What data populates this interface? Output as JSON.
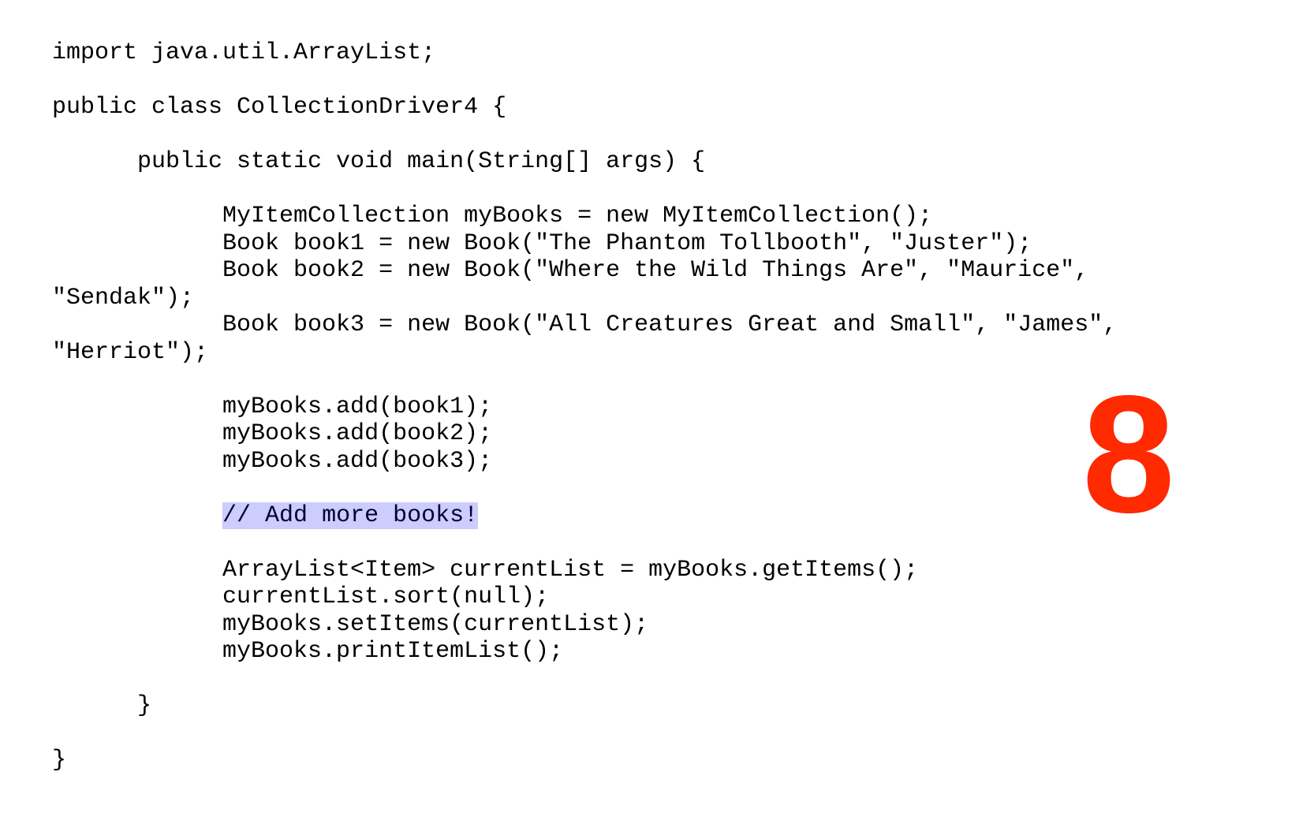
{
  "document": {
    "code_lines": [
      "import java.util.ArrayList;",
      "",
      "public class CollectionDriver4 {",
      "",
      "      public static void main(String[] args) {",
      "",
      "            MyItemCollection myBooks = new MyItemCollection();",
      "            Book book1 = new Book(\"The Phantom Tollbooth\", \"Juster\");",
      "            Book book2 = new Book(\"Where the Wild Things Are\", \"Maurice\",",
      "\"Sendak\");",
      "            Book book3 = new Book(\"All Creatures Great and Small\", \"James\",",
      "\"Herriot\");",
      "",
      "            myBooks.add(book1);",
      "            myBooks.add(book2);",
      "            myBooks.add(book3);",
      "",
      "",
      "",
      "            ArrayList<Item> currentList = myBooks.getItems();",
      "            currentList.sort(null);",
      "            myBooks.setItems(currentList);",
      "            myBooks.printItemList();",
      "",
      "      }",
      "",
      "}"
    ],
    "highlight_indent": "            ",
    "highlighted_comment": "// Add more books!",
    "big_number": "8",
    "colors": {
      "big_number": "#ff2a00",
      "highlight": "#ccccff"
    }
  }
}
